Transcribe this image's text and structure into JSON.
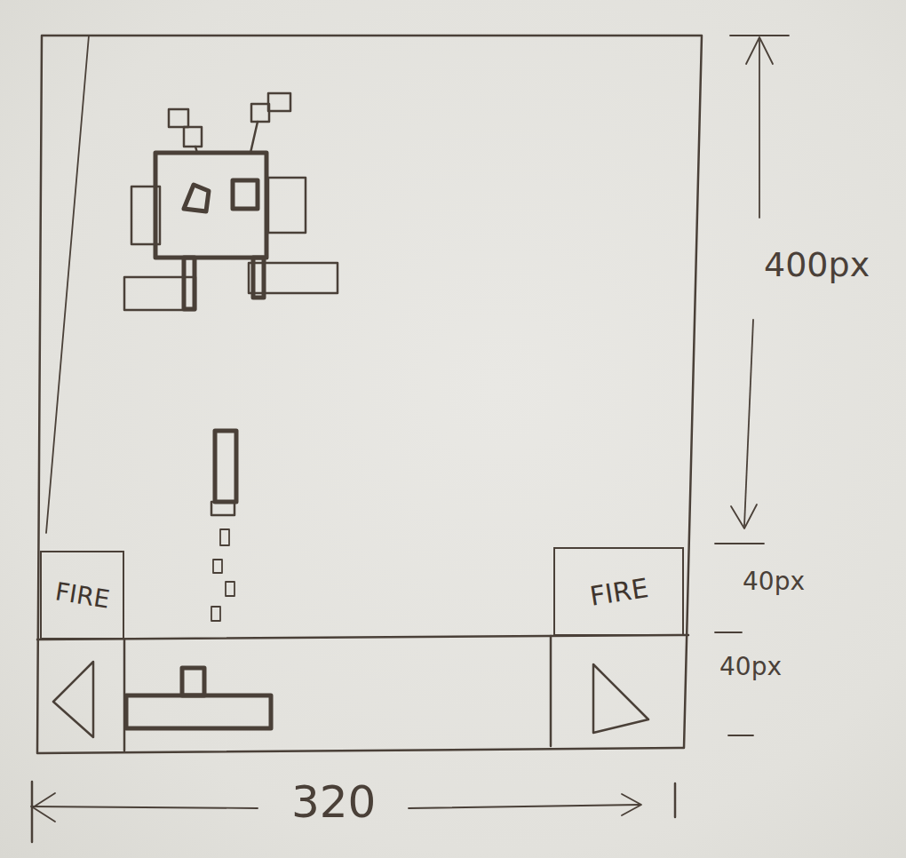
{
  "diagram": {
    "nodes": [
      {
        "text": [
          "FIRE"
        ]
      },
      {
        "text": [
          "FIRE"
        ]
      }
    ],
    "labels": [
      "400px",
      "40px",
      "40px",
      "320"
    ]
  }
}
